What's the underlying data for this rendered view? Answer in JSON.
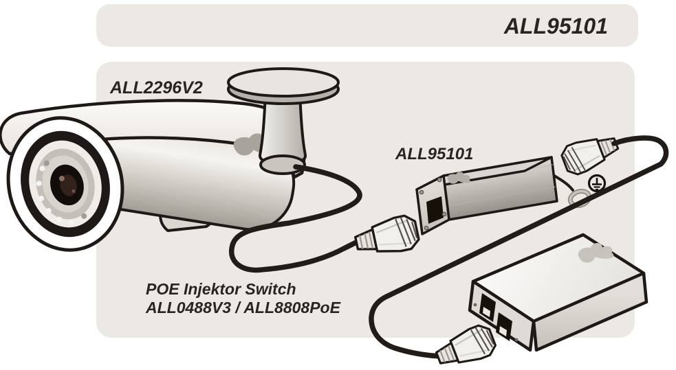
{
  "header": {
    "title": "ALL95101"
  },
  "labels": {
    "camera_model": "ALL2296V2",
    "injector_model": "ALL95101",
    "poe_switch_line1": "POE Injektor Switch",
    "poe_switch_line2": "ALL0488V3 / ALL8808PoE"
  },
  "diagram": {
    "components": [
      {
        "id": "bullet-ip-camera",
        "label": "ALL2296V2"
      },
      {
        "id": "poe-injector",
        "label": "ALL95101"
      },
      {
        "id": "poe-injector-switch",
        "label": "ALL0488V3 / ALL8808PoE"
      },
      {
        "id": "ethernet-cable-camera-to-injector"
      },
      {
        "id": "ethernet-cable-injector-to-switch"
      },
      {
        "id": "grounding-wire-with-ring-terminal"
      }
    ],
    "icons": {
      "ground": "protective-earth-icon",
      "ring_terminal": "ground-ring-terminal-icon",
      "brand_logo": "allnet-bird-logo-icon"
    }
  },
  "colors": {
    "background": "#ffffff",
    "panel_bg": "#ece8e4",
    "text": "#29241f",
    "cable": "#211c17",
    "logo_gray": "#a8a39c"
  }
}
